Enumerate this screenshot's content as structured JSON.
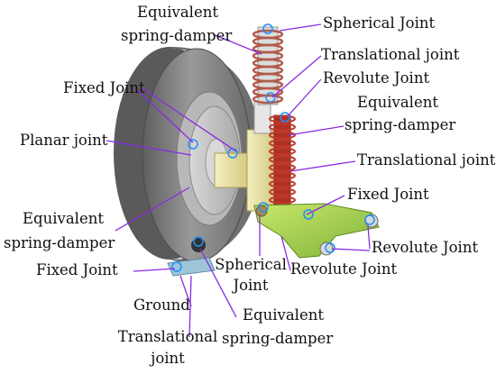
{
  "labels": {
    "equivalent_top_1": "Equivalent",
    "equivalent_top_2": "spring-damper",
    "spherical_top": "Spherical  Joint",
    "translational_top": "Translational  joint",
    "revolute_top": "Revolute  Joint",
    "equivalent_right_1": "Equivalent",
    "equivalent_right_2": "spring-damper",
    "fixed_top": "Fixed  Joint",
    "planar": "Planar  joint",
    "translational_right": "Translational  joint",
    "fixed_right": "Fixed  Joint",
    "equivalent_left_1": "Equivalent",
    "equivalent_left_2": "spring-damper",
    "revolute_far_right": "Revolute  Joint",
    "fixed_bottom": "Fixed  Joint",
    "spherical_bottom_1": "Spherical",
    "spherical_bottom_2": "Joint",
    "revolute_bottom": "Revolute  Joint",
    "ground": "Ground",
    "equivalent_bottom_1": "Equivalent",
    "equivalent_bottom_2": "spring-damper",
    "translational_bottom_1": "Translational",
    "translational_bottom_2": "joint"
  },
  "colors": {
    "leader_line": "#8a2be2",
    "tire": "#7d7d7d",
    "knuckle": "#e8e0a0",
    "spring": "#c0392b",
    "control_arm": "#9acd32",
    "marker": "#1e90ff"
  }
}
